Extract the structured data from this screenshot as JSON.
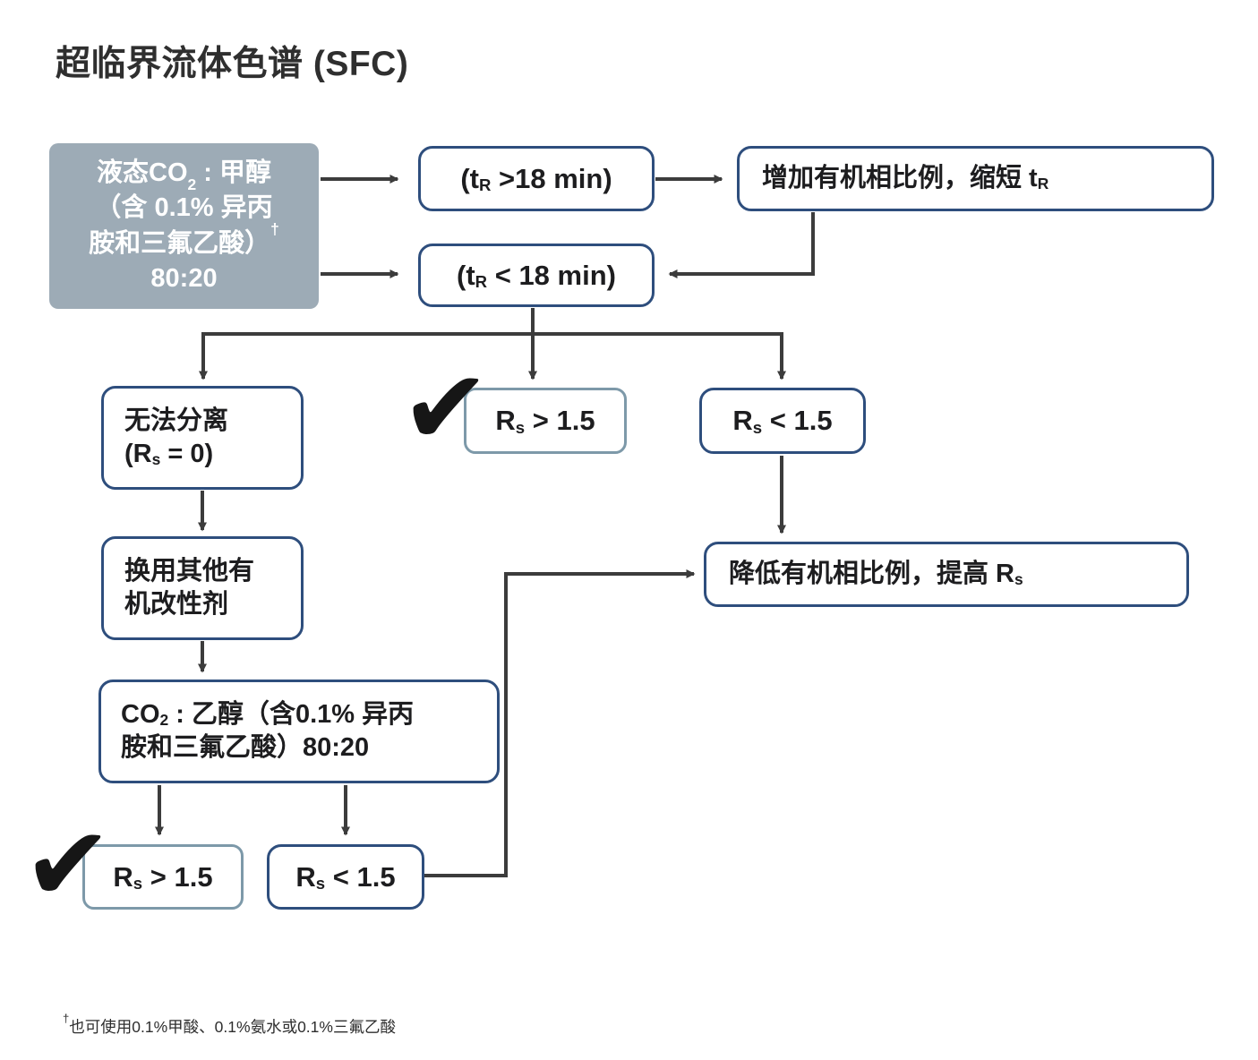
{
  "title": "超临界流体色谱 (SFC)",
  "checkmark_glyph": "✔",
  "colors": {
    "node_border_navy": "#2e4e7d",
    "node_border_light": "#7d99a9",
    "start_fill": "#9dabb6",
    "arrow": "#3c3c3c",
    "text": "#1d1d1f"
  },
  "nodes": {
    "start": {
      "l1_pre": "液态CO",
      "l1_sub": "2",
      "l1_post": " : 甲醇",
      "l2": "（含 0.1% 异丙",
      "l3": "胺和三氟乙酸）",
      "l3_sup": "†",
      "l4": "80:20"
    },
    "tr_gt": {
      "pre": "(t",
      "sub": "R",
      "post": " >18 min)"
    },
    "increase": {
      "pre": "增加有机相比例，缩短 t",
      "sub": "R"
    },
    "tr_lt": {
      "pre": "(t",
      "sub": "R",
      "post": " < 18 min)"
    },
    "no_sep": {
      "l1": "无法分离",
      "l2_pre": "(R",
      "l2_sub": "s",
      "l2_post": " = 0)"
    },
    "rs_gt_mid": {
      "pre": "R",
      "sub": "s",
      "post": " > 1.5"
    },
    "rs_lt_top": {
      "pre": "R",
      "sub": "s",
      "post": " < 1.5"
    },
    "change_modifier": {
      "l1": "换用其他有",
      "l2": "机改性剂"
    },
    "decrease": {
      "pre": "降低有机相比例，提高 R",
      "sub": "s"
    },
    "co2_ethanol": {
      "l1_pre": "CO",
      "l1_sub": "2",
      "l1_post": " : 乙醇（含0.1% 异丙",
      "l2": "胺和三氟乙酸）80:20"
    },
    "rs_gt_bottom": {
      "pre": "R",
      "sub": "s",
      "post": " > 1.5"
    },
    "rs_lt_bottom": {
      "pre": "R",
      "sub": "s",
      "post": " < 1.5"
    }
  },
  "footnote": {
    "dagger": "†",
    "text": "也可使用0.1%甲酸、0.1%氨水或0.1%三氟乙酸"
  }
}
